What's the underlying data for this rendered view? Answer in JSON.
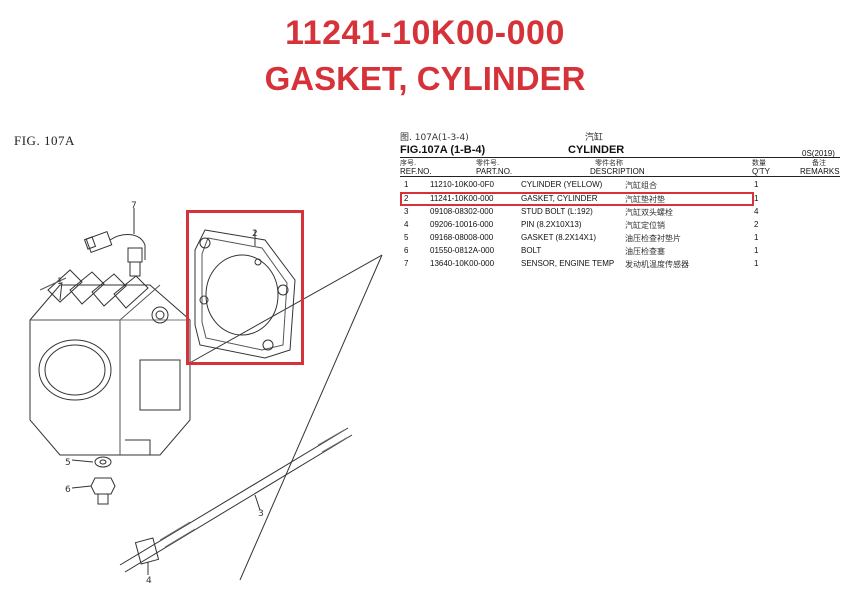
{
  "header": {
    "part_number": "11241-10K00-000",
    "part_name": "GASKET, CYLINDER",
    "accent_color": "#d6323a"
  },
  "figure": {
    "label": "FIG. 107A",
    "callouts": [
      "1",
      "2",
      "3",
      "4",
      "5",
      "6",
      "7"
    ]
  },
  "parts_table": {
    "cn_fig": "图. 107A(1-3-4)",
    "cn_title": "汽缸",
    "fig_code": "FIG.107A (1-B-4)",
    "title": "CYLINDER",
    "year": "0S(2019)",
    "headers": {
      "ref_cn": "序号.",
      "ref": "REF.NO.",
      "part_cn": "零件号.",
      "part": "PART.NO.",
      "desc_cn": "零件名称",
      "desc": "DESCRIPTION",
      "qty_cn": "数量",
      "qty": "Q'TY",
      "remarks_cn": "备注",
      "remarks": "REMARKS"
    },
    "rows": [
      {
        "ref": "1",
        "part": "11210-10K00-0F0",
        "desc": "CYLINDER (YELLOW)",
        "desc_cn": "汽缸组合",
        "qty": "1"
      },
      {
        "ref": "2",
        "part": "11241-10K00-000",
        "desc": "GASKET, CYLINDER",
        "desc_cn": "汽缸垫衬垫",
        "qty": "1"
      },
      {
        "ref": "3",
        "part": "09108-08302-000",
        "desc": "STUD BOLT (L:192)",
        "desc_cn": "汽缸双头螺栓",
        "qty": "4"
      },
      {
        "ref": "4",
        "part": "09206-10016-000",
        "desc": "PIN (8.2X10X13)",
        "desc_cn": "汽缸定位销",
        "qty": "2"
      },
      {
        "ref": "5",
        "part": "09168-08008-000",
        "desc": "GASKET (8.2X14X1)",
        "desc_cn": "油压检查衬垫片",
        "qty": "1"
      },
      {
        "ref": "6",
        "part": "01550-0812A-000",
        "desc": "BOLT",
        "desc_cn": "油压检查塞",
        "qty": "1"
      },
      {
        "ref": "7",
        "part": "13640-10K00-000",
        "desc": "SENSOR, ENGINE TEMP",
        "desc_cn": "发动机温度传感器",
        "qty": "1"
      }
    ]
  }
}
